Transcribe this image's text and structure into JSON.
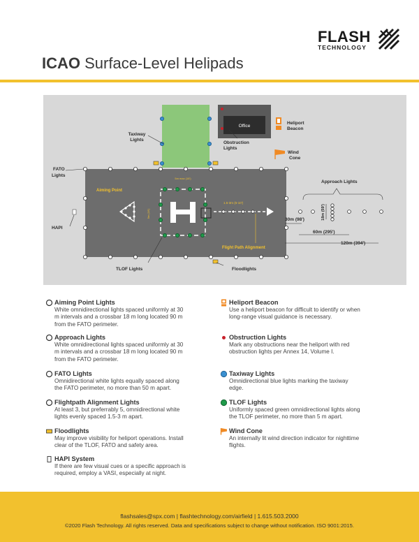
{
  "brand": {
    "name": "FLASH",
    "sub": "TECHNOLOGY"
  },
  "title": {
    "bold": "ICAO",
    "rest": " Surface-Level Helipads"
  },
  "diagram": {
    "office": "Office",
    "heliport_beacon": [
      "Heliport",
      "Beacon"
    ],
    "obstruction_lights": [
      "Obstruction",
      "Lights"
    ],
    "taxiway_lights": [
      "Taxiway",
      "Lights"
    ],
    "wind_cone": [
      "Wind",
      "Cone"
    ],
    "fato_lights": [
      "FATO",
      "Lights"
    ],
    "aiming_point": "Aiming Point",
    "hapi": "HAPI",
    "tlof_lights": "TLOF Lights",
    "floodlights": "Floodlights",
    "flight_path_alignment": "Flight Path Alignment",
    "approach_lights": "Approach Lights",
    "dim_5m_top": "5m max (16')",
    "dim_5m_side": "5m (16')",
    "dim_spacing": "1.5-3m (5-10')",
    "dim_30m": "30m (98')",
    "dim_18m": "18m (59')",
    "dim_60m": "60m (295')",
    "dim_120m": "120m (394')",
    "colors": {
      "ground": "#d8d8d8",
      "fato": "#6d6d6d",
      "grass": "#8cc77a",
      "blue": "#3a8fd0",
      "green": "#1f9a4a",
      "red": "#c8202a",
      "yellow": "#f2c12e",
      "orange": "#f08a24"
    }
  },
  "legend": {
    "left": [
      {
        "icon": "white-circle-icon",
        "title": "Aiming Point Lights",
        "desc": [
          "White omnidirectional lights spaced uniformly at 30",
          "m intervals and a crossbar 18 m long located 90 m",
          "from the FATO perimeter."
        ]
      },
      {
        "icon": "white-circle-icon",
        "title": "Approach Lights",
        "desc": [
          "White omnidirectional lights spaced uniformly at 30",
          "m intervals and a crossbar 18 m long located 90 m",
          "from the FATO perimeter."
        ]
      },
      {
        "icon": "white-circle-icon",
        "title": "FATO Lights",
        "desc": [
          "Omnidirectional white lights equally spaced along",
          "the FATO perimeter, no more than 50 m apart."
        ]
      },
      {
        "icon": "white-circle-icon",
        "title": "Flightpath Alignment Lights",
        "desc": [
          "At least 3, but preferrably 5, omnidirectional white",
          "lights evenly spaced 1.5-3 m apart."
        ]
      },
      {
        "icon": "floodlight-icon",
        "title": "Floodlights",
        "desc": [
          "May improve visibility for heliport operations. Install",
          "clear of the TLOF, FATO and safety area."
        ]
      },
      {
        "icon": "hapi-icon",
        "title": "HAPI System",
        "desc": [
          "If there are few visual cues or a specific approach is",
          "required, employ a VASI, especially at night."
        ]
      }
    ],
    "right": [
      {
        "icon": "beacon-icon",
        "title": "Heliport Beacon",
        "desc": [
          "Use a heliport beacon for difficult to identify or when",
          "long-range visual guidance is necessary."
        ]
      },
      {
        "icon": "red-dot-icon",
        "title": "Obstruction Lights",
        "desc": [
          "Mark any obstructions near the heliport with red",
          "obstruction lights per Annex 14, Volume I."
        ]
      },
      {
        "icon": "blue-circle-icon",
        "title": "Taxiway Lights",
        "desc": [
          "Omnidirectional blue lights marking the taxiway",
          "edge."
        ]
      },
      {
        "icon": "green-circle-icon",
        "title": "TLOF Lights",
        "desc": [
          "Uniformly spaced green omnidirectional lights along",
          "the TLOF perimeter, no more than 5 m apart."
        ]
      },
      {
        "icon": "wind-cone-icon",
        "title": "Wind Cone",
        "desc": [
          "An internally lit wind direction indicator for nighttime",
          "flights."
        ]
      }
    ]
  },
  "footer": {
    "contact": "flashsales@spx.com  |  flashtechnology.com/airfield  |  1.615.503.2000",
    "legal": "©2020 Flash Technology. All rights reserved. Data and specifications subject to change without notification. ISO 9001:2015."
  }
}
